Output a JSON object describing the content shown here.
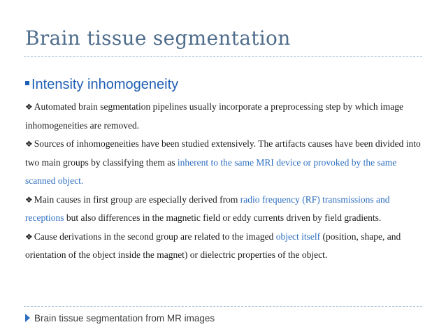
{
  "slide": {
    "title": "Brain tissue segmentation",
    "heading": "Intensity inhomogeneity",
    "footer": "Brain tissue segmentation from MR images"
  },
  "bullets": [
    {
      "text": "Automated brain segmentation pipelines usually incorporate a preprocessing step by which image inhomogeneities are removed."
    },
    {
      "before": "Sources of inhomogeneities have been studied extensively. The artifacts causes have been divided into two main groups by classifying them as ",
      "highlight": "inherent to the same MRI device or provoked by the same scanned object.",
      "after": ""
    },
    {
      "before": "Main causes in first group are especially derived from ",
      "highlight": "radio frequency (RF) transmissions and receptions",
      "after": " but also differences in the magnetic field or eddy currents driven by field gradients."
    },
    {
      "before": "Cause derivations in the second group are related to the imaged ",
      "highlight": "object itself",
      "after": " (position, shape, and orientation of the object inside the magnet) or dielectric properties of the object."
    }
  ],
  "colors": {
    "title": "#4f6d8c",
    "heading": "#1e5fb4",
    "highlight": "#2f6fc0",
    "rule": "#a9bfd3"
  },
  "icons": {
    "heading_bullet": "square-bullet-icon",
    "paragraph_bullet": "diamond-bullet-icon",
    "footer_bullet": "triangle-icon"
  }
}
